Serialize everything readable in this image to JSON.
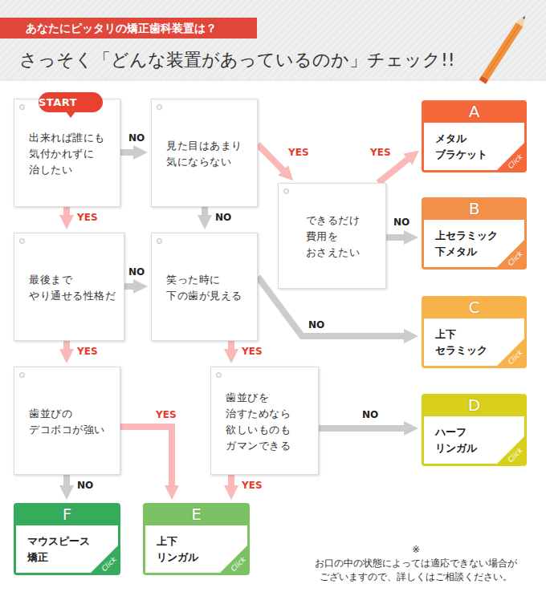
{
  "diagram": {
    "title": "さっそく「どんな装置があっているのか」チェック!!",
    "nodes": [
      {
        "text": [
          "出来れば誰にも 気付かれずに 治したい"
        ]
      },
      {
        "text": [
          "START"
        ],
        "in": 0
      },
      {
        "text": [
          "見た目はあまり 気にならない"
        ]
      },
      {
        "text": [
          "できるだけ 費用を おさえたい"
        ]
      },
      {
        "text": [
          "最後まで やり通せる性格だ"
        ]
      },
      {
        "text": [
          "笑った時に 下の歯が見える"
        ]
      },
      {
        "text": [
          "歯並びの デコボコが強い"
        ]
      },
      {
        "text": [
          "歯並びを 治すためなら 欲しいものも ガマンできる"
        ]
      },
      {
        "text": [
          "A",
          "メタル ブラケット",
          "Click"
        ]
      },
      {
        "text": [
          "B",
          "上セラミック 下メタル",
          "Click"
        ]
      },
      {
        "text": [
          "C",
          "上下 セラミック",
          "Click"
        ]
      },
      {
        "text": [
          "D",
          "ハーフ リンガル",
          "Click"
        ]
      },
      {
        "text": [
          "F",
          "マウスピース 矯正",
          "Click"
        ]
      },
      {
        "text": [
          "E",
          "上下 リンガル",
          "Click"
        ]
      }
    ],
    "edges": [
      {
        "from": 0,
        "to": 2,
        "label": "NO",
        "arrow": "to"
      },
      {
        "from": 0,
        "to": 4,
        "label": "YES",
        "arrow": "to"
      },
      {
        "from": 2,
        "to": 3,
        "label": "YES",
        "arrow": "to"
      },
      {
        "from": 2,
        "to": 5,
        "label": "NO",
        "arrow": "to"
      },
      {
        "from": 3,
        "to": 8,
        "label": "YES",
        "arrow": "to"
      },
      {
        "from": 3,
        "to": 9,
        "label": "NO",
        "arrow": "to"
      },
      {
        "from": 4,
        "to": 5,
        "label": "NO",
        "arrow": "to"
      },
      {
        "from": 4,
        "to": 6,
        "label": "YES",
        "arrow": "to"
      },
      {
        "from": 5,
        "to": 7,
        "label": "YES",
        "arrow": "to"
      },
      {
        "from": 5,
        "to": 10,
        "label": "NO",
        "arrow": "to"
      },
      {
        "from": 6,
        "to": 12,
        "label": "NO",
        "arrow": "to"
      },
      {
        "from": 6,
        "to": 13,
        "label": "YES",
        "arrow": "to"
      },
      {
        "from": 7,
        "to": 11,
        "label": "NO",
        "arrow": "to"
      },
      {
        "from": 7,
        "to": 13,
        "label": "YES",
        "arrow": "to"
      }
    ],
    "labels": [
      "あなたにピッタリの矯正歯科装置は？",
      "※お口の中の状態によっては適応できない場合が ございますので、詳しくはご相談ください。"
    ]
  }
}
